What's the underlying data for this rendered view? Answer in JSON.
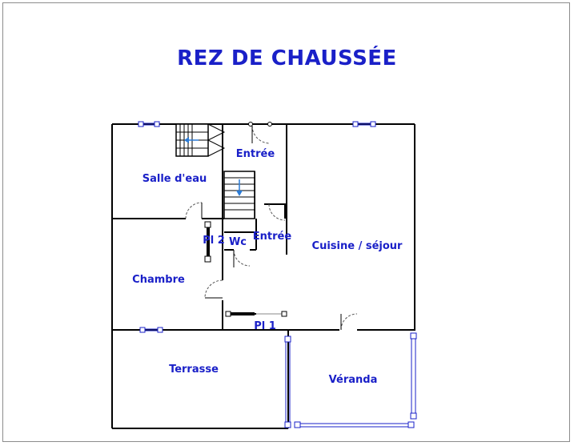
{
  "title": "REZ DE CHAUSSÉE",
  "colors": {
    "wall": "#000000",
    "label": "#1a20c8",
    "window": "#1a20c8",
    "arrow": "#2b7bd6"
  },
  "rooms": {
    "salle_eau": "Salle d'eau",
    "entree_top": "Entrée",
    "entree_mid": "Entrée",
    "pl2": "Pl 2",
    "wc": "Wc",
    "cuisine": "Cuisine / séjour",
    "chambre": "Chambre",
    "pl1": "Pl 1",
    "terrasse": "Terrasse",
    "veranda": "Véranda"
  }
}
